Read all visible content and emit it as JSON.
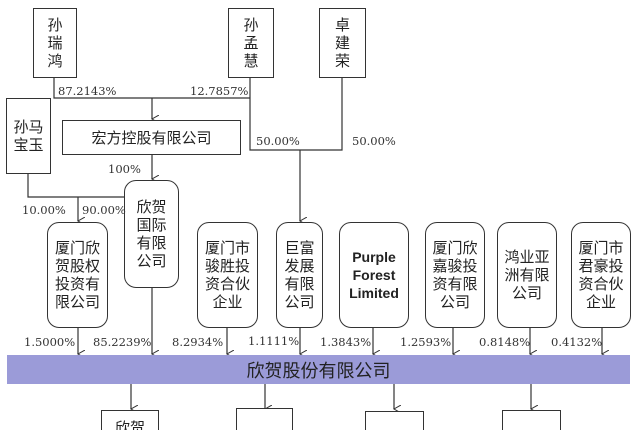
{
  "shareholders_top": {
    "sun_ruihong": "孙瑞鸿",
    "sun_menghui": "孙孟慧",
    "zhuo_jianrong": "卓建荣",
    "sun_mabaoyu": "孙马宝玉"
  },
  "hongfang": "宏方控股有限公司",
  "xinhe_international": "欣贺国际有限公司",
  "percentages_top": {
    "ruihong_to_hongfang": "87.2143%",
    "menghui_to_hongfang": "12.7857%",
    "menghui_to_jufu": "50.00%",
    "jianrong_to_jufu": "50.00%",
    "hongfang_to_xinhe_intl": "100%",
    "mabaoyu_to_equity": "10.00%",
    "xinhe_intl_to_equity": "90.00%"
  },
  "direct_shareholders": [
    {
      "name": "厦门欣贺股权投资有限公司",
      "pct": "1.5000%"
    },
    {
      "name": "欣贺国际有限公司",
      "pct": "85.2239%"
    },
    {
      "name": "厦门市骏胜投资合伙企业",
      "pct": "8.2934%"
    },
    {
      "name": "巨富发展有限公司",
      "pct": "1.1111%"
    },
    {
      "name": "Purple Forest Limited",
      "pct": "1.3843%"
    },
    {
      "name": "厦门欣嘉骏投资有限公司",
      "pct": "1.2593%"
    },
    {
      "name": "鸿业亚洲有限公司",
      "pct": "0.8148%"
    },
    {
      "name": "厦门市君豪投资合伙企业",
      "pct": "0.4132%"
    }
  ],
  "company": "欣贺股份有限公司",
  "subsidiaries": [
    "欣贺",
    "",
    "",
    ""
  ]
}
